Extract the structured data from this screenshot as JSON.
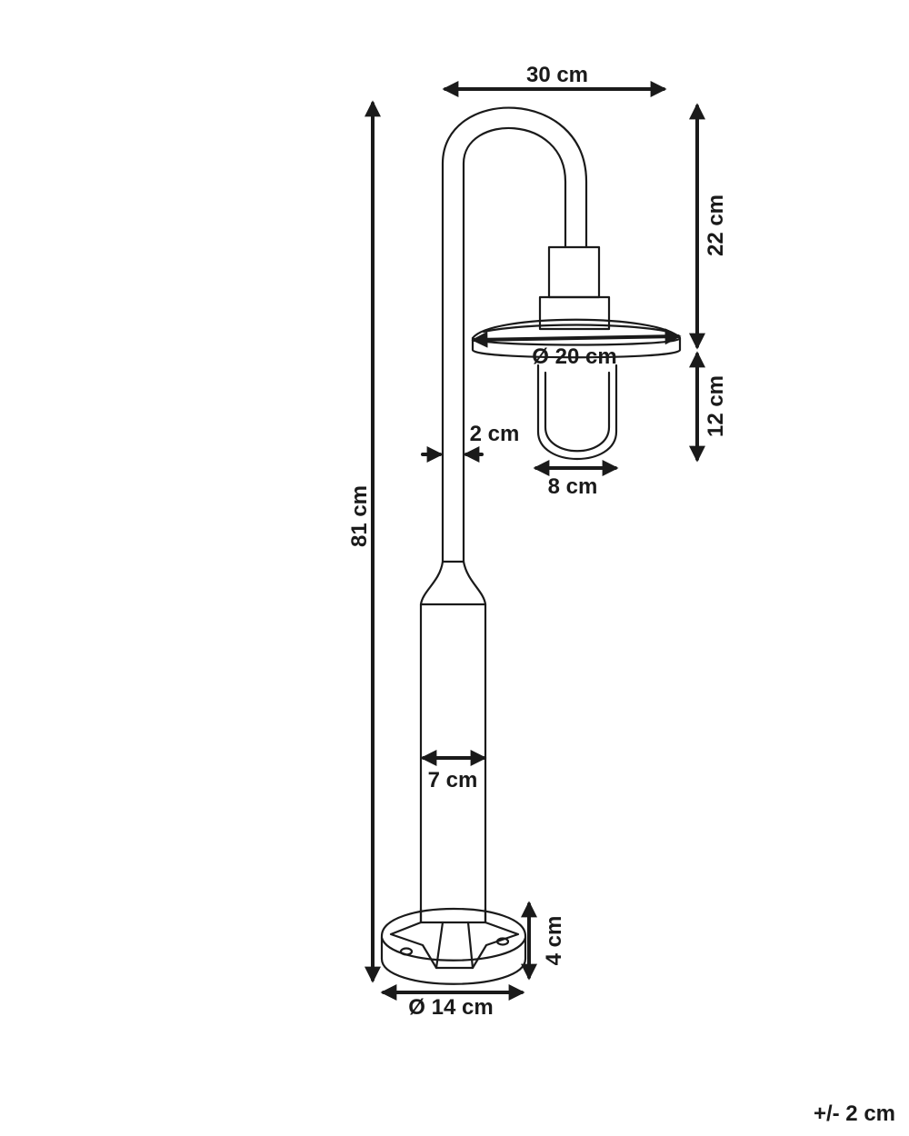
{
  "dimensions": {
    "arm_width": "30 cm",
    "total_height": "81 cm",
    "arm_height": "22 cm",
    "shade_diameter": "Ø 20 cm",
    "glass_height": "12 cm",
    "pole_thickness": "2 cm",
    "glass_width": "8 cm",
    "base_tube_width": "7 cm",
    "base_height": "4 cm",
    "base_diameter": "Ø 14 cm"
  },
  "tolerance": "+/- 2 cm"
}
